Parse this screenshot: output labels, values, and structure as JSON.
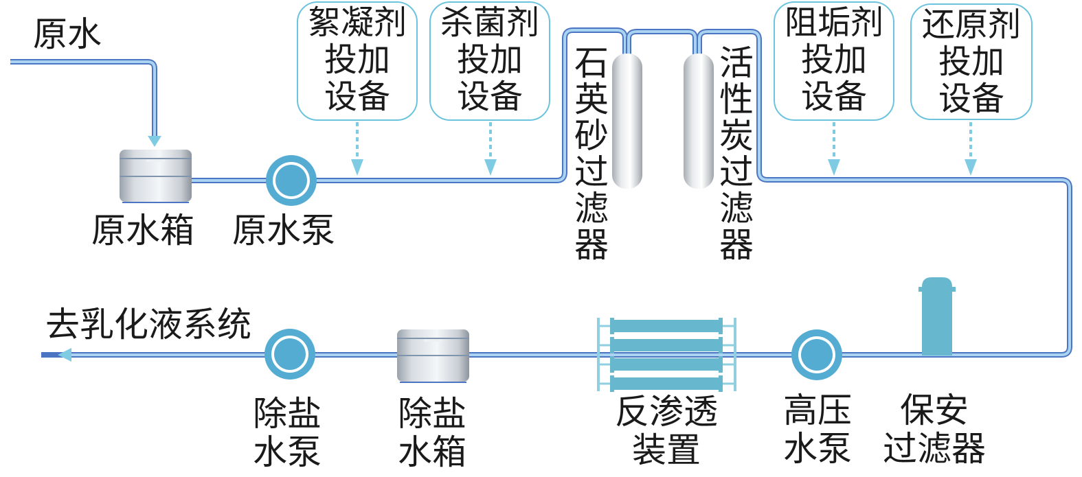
{
  "diagram": {
    "title": "除盐水制备工艺流程",
    "colors": {
      "pipe": "#8fc3e8",
      "pipe_edge": "#4b75c2",
      "equipment": "#67b8cf",
      "pump": "#55acd3",
      "dosing_box_border": "#6cc3de",
      "dosing_arrow": "#7ecbe3",
      "tank": "#d8dde3"
    },
    "inlet": {
      "label": "原水"
    },
    "outlet": {
      "label": "去乳化液系统"
    },
    "equipment": [
      {
        "id": "raw-water-tank",
        "type": "tank",
        "label_lines": [
          "原水箱"
        ]
      },
      {
        "id": "raw-water-pump",
        "type": "pump",
        "label_lines": [
          "原水泵"
        ]
      },
      {
        "id": "quartz-sand-filter",
        "type": "column-filter",
        "label_lines": [
          "石",
          "英",
          "砂",
          "过",
          "滤",
          "器"
        ]
      },
      {
        "id": "activated-carbon-filter",
        "type": "column-filter",
        "label_lines": [
          "活",
          "性",
          "炭",
          "过",
          "滤",
          "器"
        ]
      },
      {
        "id": "security-filter",
        "type": "cartridge-filter",
        "label_lines": [
          "保安",
          "过滤器"
        ]
      },
      {
        "id": "high-pressure-pump",
        "type": "pump",
        "label_lines": [
          "高压",
          "水泵"
        ]
      },
      {
        "id": "reverse-osmosis-unit",
        "type": "membrane-rack",
        "label_lines": [
          "反渗透",
          "装置"
        ]
      },
      {
        "id": "desalted-water-tank",
        "type": "tank",
        "label_lines": [
          "除盐",
          "水箱"
        ]
      },
      {
        "id": "desalted-water-pump",
        "type": "pump",
        "label_lines": [
          "除盐",
          "水泵"
        ]
      }
    ],
    "dosing": [
      {
        "id": "flocculant-dosing",
        "lines": [
          "絮凝剂",
          "投加",
          "设备"
        ]
      },
      {
        "id": "bactericide-dosing",
        "lines": [
          "杀菌剂",
          "投加",
          "设备"
        ]
      },
      {
        "id": "antiscalant-dosing",
        "lines": [
          "阻垢剂",
          "投加",
          "设备"
        ]
      },
      {
        "id": "reductant-dosing",
        "lines": [
          "还原剂",
          "投加",
          "设备"
        ]
      }
    ],
    "flow_order": [
      "原水",
      "原水箱",
      "原水泵",
      "絮凝剂投加设备",
      "杀菌剂投加设备",
      "石英砂过滤器",
      "活性炭过滤器",
      "阻垢剂投加设备",
      "还原剂投加设备",
      "保安过滤器",
      "高压水泵",
      "反渗透装置",
      "除盐水箱",
      "除盐水泵",
      "去乳化液系统"
    ]
  }
}
